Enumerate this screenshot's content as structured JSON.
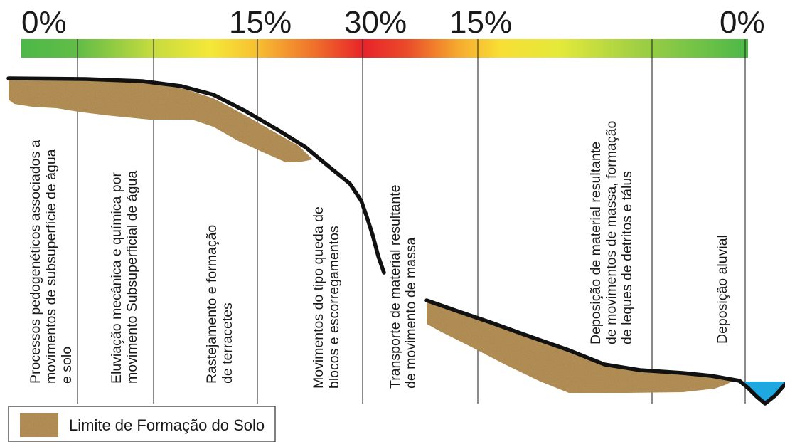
{
  "slope_scale": {
    "labels": [
      "0%",
      "15%",
      "30%",
      "15%",
      "0%"
    ],
    "colors": {
      "low": "#4cb848",
      "mid": "#f7e83a",
      "high": "#e8232a"
    }
  },
  "zones": [
    {
      "id": "pedogenetic",
      "lines": [
        "Processos pedogenéticos associados a",
        "movimentos de subsuperfície de água",
        "e solo"
      ]
    },
    {
      "id": "eluviation",
      "lines": [
        "Eluviação mecânica e química por",
        "movimento Subsuperficial de água"
      ]
    },
    {
      "id": "creep",
      "lines": [
        "Rastejamento e formação",
        "de terracetes"
      ]
    },
    {
      "id": "falls",
      "lines": [
        "Movimentos do tipo queda de",
        "blocos e escorregamentos"
      ]
    },
    {
      "id": "transport",
      "lines": [
        "Transporte de material resultante",
        "de movimento de massa"
      ]
    },
    {
      "id": "deposition",
      "lines": [
        "Deposição de material resultante",
        "de movimentos de massa, formação",
        "de leques de detritos e tálus"
      ]
    },
    {
      "id": "alluvial",
      "lines": [
        "Deposição aluvial"
      ]
    }
  ],
  "legend": {
    "label": "Limite de Formação do Solo"
  },
  "colors": {
    "soil": "#b48f55",
    "soil_dark": "#8a6a38",
    "water": "#1fa8e0",
    "ground_line": "#111111"
  }
}
